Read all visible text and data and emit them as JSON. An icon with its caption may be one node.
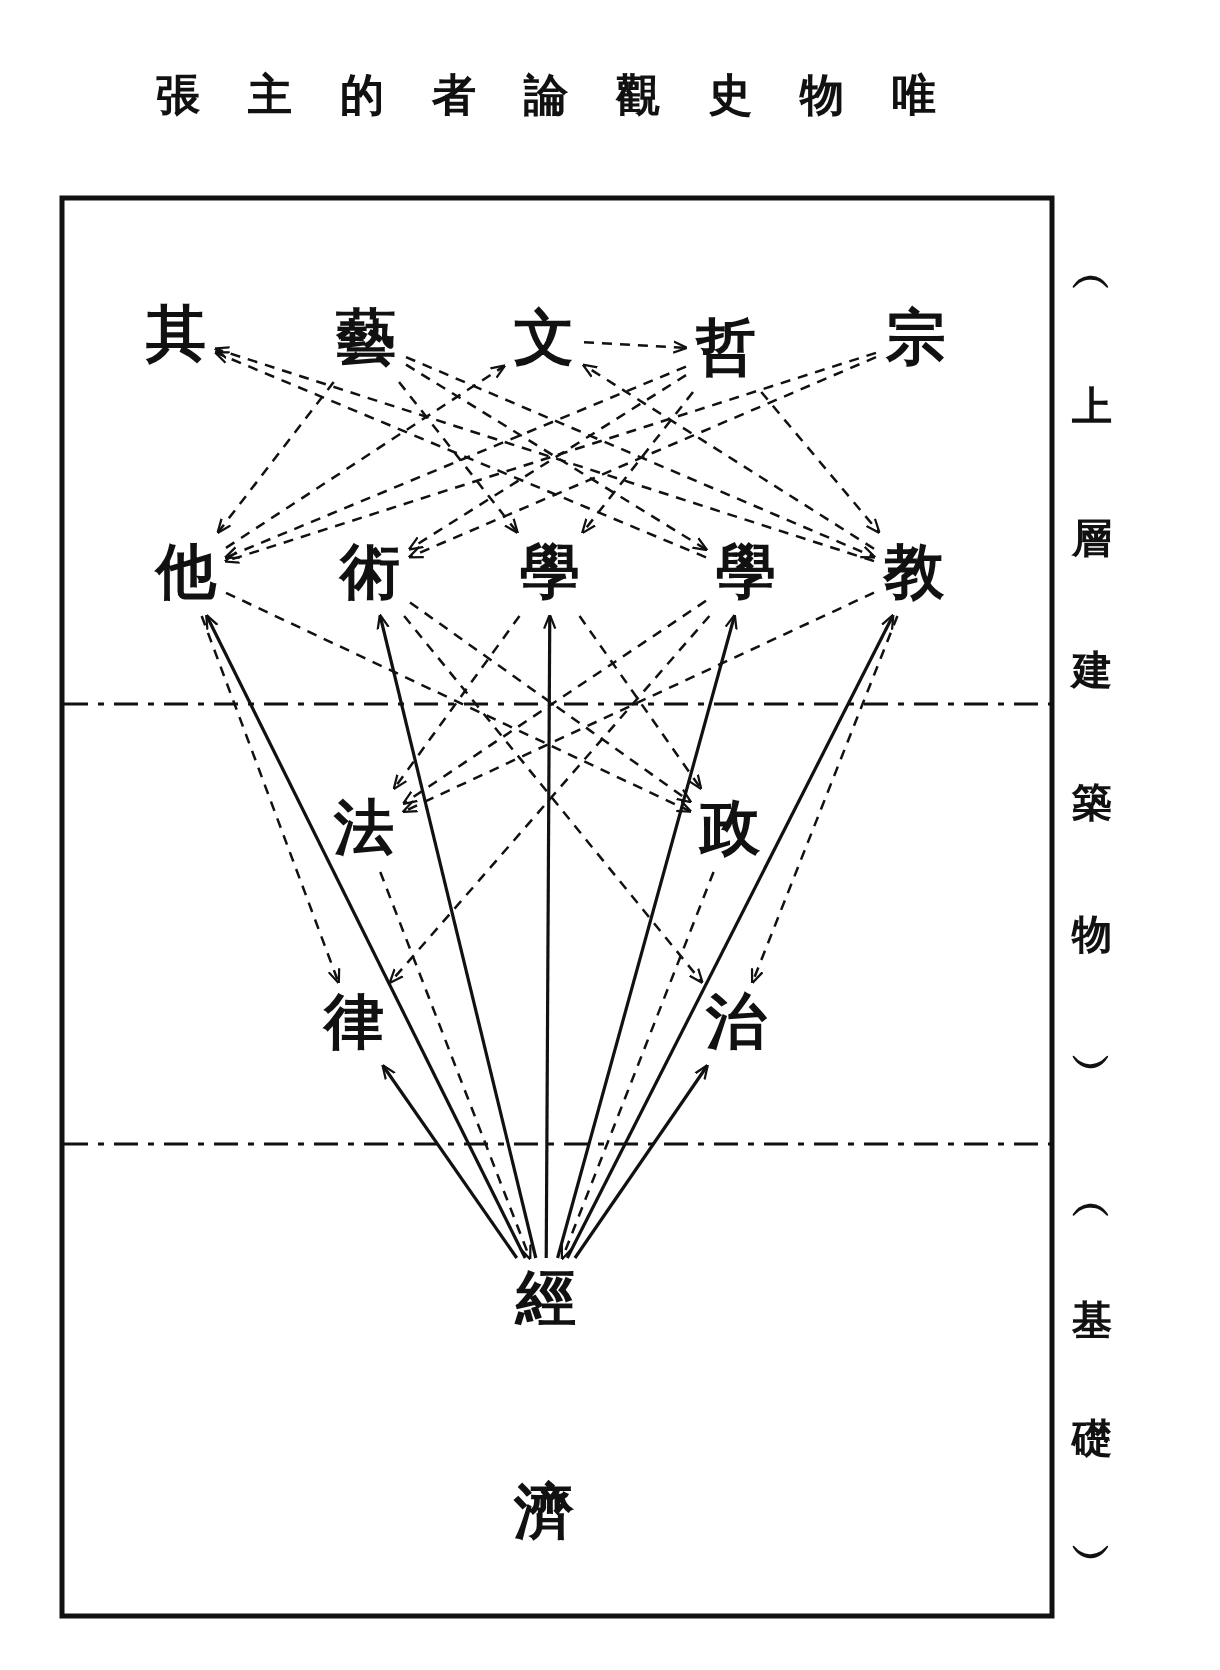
{
  "diagram": {
    "title": "張主的者論觀史物唯",
    "nodes": [
      {
        "text": [
          "其"
        ]
      },
      {
        "text": [
          "藝"
        ]
      },
      {
        "text": [
          "文"
        ]
      },
      {
        "text": [
          "哲"
        ]
      },
      {
        "text": [
          "宗"
        ]
      },
      {
        "text": [
          "他"
        ]
      },
      {
        "text": [
          "術"
        ]
      },
      {
        "text": [
          "學"
        ]
      },
      {
        "text": [
          "學"
        ]
      },
      {
        "text": [
          "教"
        ]
      },
      {
        "text": [
          "法"
        ]
      },
      {
        "text": [
          "政"
        ]
      },
      {
        "text": [
          "律"
        ]
      },
      {
        "text": [
          "治"
        ]
      },
      {
        "text": [
          "經"
        ]
      }
    ],
    "edges": [
      {
        "from": 14,
        "to": 5,
        "arrow": "to"
      },
      {
        "from": 14,
        "to": 6,
        "arrow": "to"
      },
      {
        "from": 14,
        "to": 7,
        "arrow": "to"
      },
      {
        "from": 14,
        "to": 8,
        "arrow": "to"
      },
      {
        "from": 14,
        "to": 9,
        "arrow": "to"
      },
      {
        "from": 14,
        "to": 12,
        "arrow": "to"
      },
      {
        "from": 14,
        "to": 13,
        "arrow": "to"
      },
      {
        "from": 8,
        "to": 0,
        "arrow": "to",
        "style": "dashed"
      },
      {
        "from": 9,
        "to": 0,
        "arrow": "to",
        "style": "dashed"
      },
      {
        "from": 1,
        "to": 5,
        "arrow": "to",
        "style": "dashed"
      },
      {
        "from": 3,
        "to": 5,
        "arrow": "to",
        "style": "dashed"
      },
      {
        "from": 4,
        "to": 5,
        "arrow": "to",
        "style": "dashed"
      },
      {
        "from": 5,
        "to": 2,
        "arrow": "to",
        "style": "dashed"
      },
      {
        "from": 1,
        "to": 7,
        "arrow": "to",
        "style": "dashed"
      },
      {
        "from": 1,
        "to": 8,
        "arrow": "to",
        "style": "dashed"
      },
      {
        "from": 1,
        "to": 9,
        "arrow": "to",
        "style": "dashed"
      },
      {
        "from": 2,
        "to": 3,
        "arrow": "to",
        "style": "dashed"
      },
      {
        "from": 9,
        "to": 2,
        "arrow": "to",
        "style": "dashed"
      },
      {
        "from": 3,
        "to": 6,
        "arrow": "to",
        "style": "dashed"
      },
      {
        "from": 3,
        "to": 7,
        "arrow": "to",
        "style": "dashed"
      },
      {
        "from": 3,
        "to": 9,
        "arrow": "to",
        "style": "dashed"
      },
      {
        "from": 4,
        "to": 6,
        "arrow": "to",
        "style": "dashed"
      },
      {
        "from": 9,
        "to": 10,
        "arrow": "to",
        "style": "dashed"
      },
      {
        "from": 8,
        "to": 10,
        "arrow": "to",
        "style": "dashed"
      },
      {
        "from": 6,
        "to": 11,
        "arrow": "to",
        "style": "dashed"
      },
      {
        "from": 5,
        "to": 11,
        "arrow": "to",
        "style": "dashed"
      },
      {
        "from": 7,
        "to": 10,
        "arrow": "to",
        "style": "dashed"
      },
      {
        "from": 7,
        "to": 11,
        "arrow": "to",
        "style": "dashed"
      },
      {
        "from": 5,
        "to": 12,
        "arrow": "to",
        "style": "dashed"
      },
      {
        "from": 9,
        "to": 13,
        "arrow": "to",
        "style": "dashed"
      },
      {
        "from": 6,
        "to": 13,
        "arrow": "to",
        "style": "dashed"
      },
      {
        "from": 8,
        "to": 12,
        "arrow": "to",
        "style": "dashed"
      },
      {
        "from": 10,
        "to": 14,
        "arrow": "to",
        "style": "dashed"
      },
      {
        "from": 11,
        "to": 14,
        "arrow": "to",
        "style": "dashed"
      }
    ],
    "labels": [
      "︵上層建築物︶",
      "︵基礎︶",
      "濟"
    ]
  }
}
